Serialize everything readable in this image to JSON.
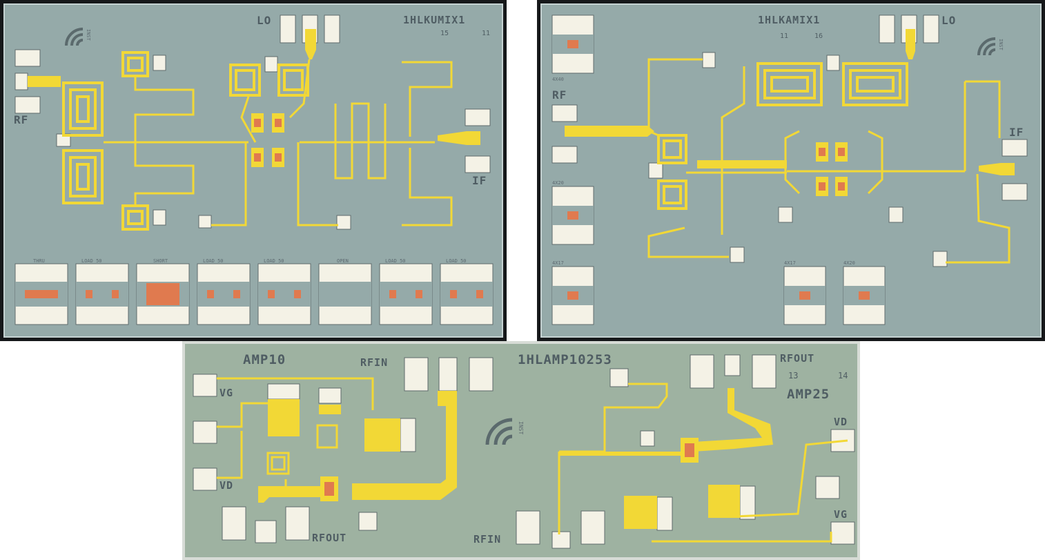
{
  "mixer_ku": {
    "title": "1HLKUMIX1",
    "num_left": "15",
    "num_right": "11",
    "ports": {
      "lo": "LO",
      "rf": "RF",
      "if": "IF"
    },
    "logo_text": "INST",
    "test_structures": [
      "THRU",
      "LOAD 50",
      "SHORT",
      "LOAD 50",
      "LOAD 50",
      "OPEN",
      "LOAD 50",
      "LOAD 50"
    ]
  },
  "mixer_ka": {
    "title": "1HLKAMIX1",
    "num_left": "11",
    "num_right": "16",
    "ports": {
      "lo": "LO",
      "rf": "RF",
      "if": "IF"
    },
    "logo_text": "INST",
    "device_labels": [
      "4X40",
      "4X20",
      "4X17",
      "4X17",
      "4X20"
    ]
  },
  "amplifier": {
    "title": "1HLAMP10253",
    "amp10": "AMP10",
    "amp25": "AMP25",
    "num_left": "13",
    "num_right": "14",
    "logo_text": "INST",
    "left_ports": {
      "rfin": "RFIN",
      "rfout": "RFOUT",
      "vg": "VG",
      "vd": "VD"
    },
    "right_ports": {
      "rfin": "RFIN",
      "rfout": "RFOUT",
      "vg": "VG",
      "vd": "VD"
    }
  },
  "colors": {
    "substrate": "#95aaa9",
    "substrate_amp": "#9eb2a1",
    "border": "#1a1a1a",
    "gold": "#f2d836",
    "pad": "#f4f2e6",
    "resistor": "#e07a4f"
  }
}
